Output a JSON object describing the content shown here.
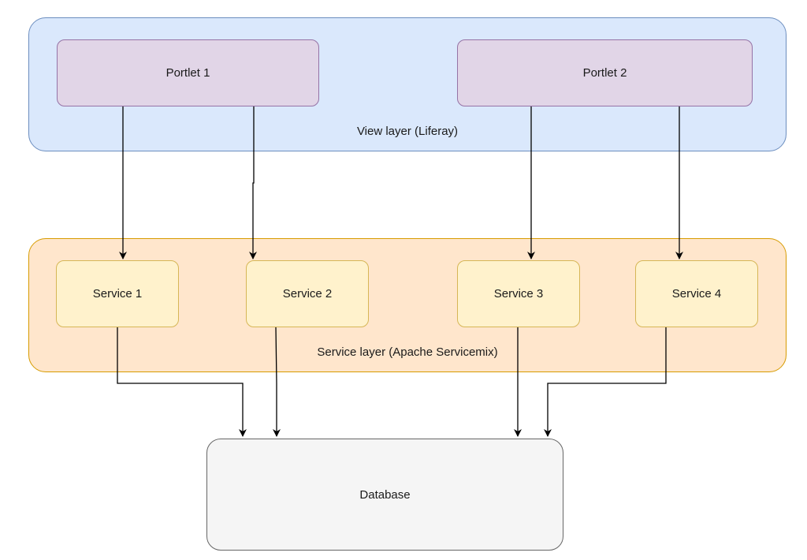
{
  "layers": {
    "view": {
      "label": "View layer (Liferay)"
    },
    "service": {
      "label": "Service layer (Apache Servicemix)"
    }
  },
  "portlets": [
    {
      "label": "Portlet 1"
    },
    {
      "label": "Portlet 2"
    }
  ],
  "services": [
    {
      "label": "Service 1"
    },
    {
      "label": "Service 2"
    },
    {
      "label": "Service 3"
    },
    {
      "label": "Service 4"
    }
  ],
  "database": {
    "label": "Database"
  },
  "colors": {
    "view_layer_fill": "#dae8fc",
    "view_layer_stroke": "#6c8ebf",
    "service_layer_fill": "#ffe6cc",
    "service_layer_stroke": "#d79b00",
    "portlet_fill": "#e1d5e7",
    "portlet_stroke": "#9673a6",
    "service_fill": "#fff2cc",
    "service_stroke": "#d6b656",
    "database_fill": "#f5f5f5",
    "database_stroke": "#666666",
    "connector": "#000000"
  },
  "connections": [
    {
      "from": "Portlet 1",
      "to": "Service 1"
    },
    {
      "from": "Portlet 1",
      "to": "Service 2"
    },
    {
      "from": "Portlet 2",
      "to": "Service 3"
    },
    {
      "from": "Portlet 2",
      "to": "Service 4"
    },
    {
      "from": "Service 1",
      "to": "Database"
    },
    {
      "from": "Service 2",
      "to": "Database"
    },
    {
      "from": "Service 3",
      "to": "Database"
    },
    {
      "from": "Service 4",
      "to": "Database"
    }
  ]
}
